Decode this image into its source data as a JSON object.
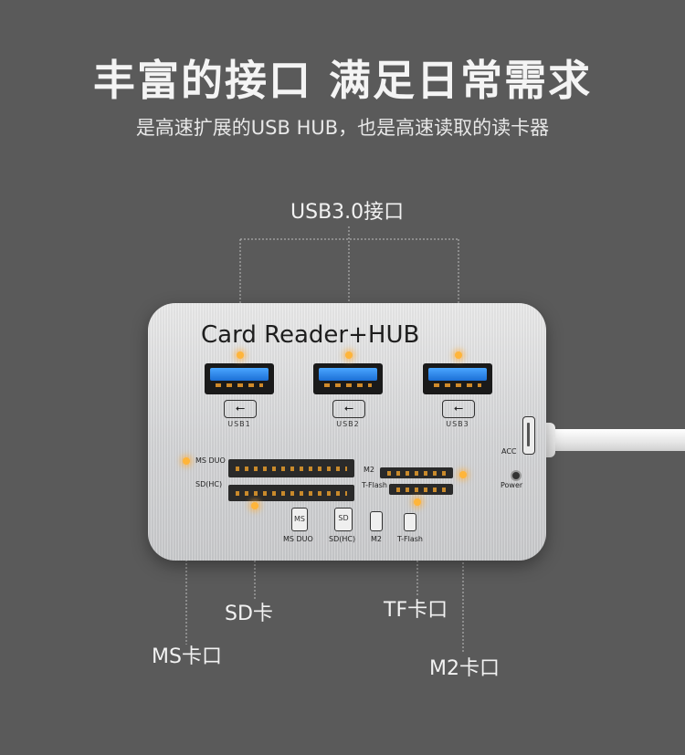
{
  "headline": "丰富的接口 满足日常需求",
  "subheadline": "是高速扩展的USB HUB，也是高速读取的读卡器",
  "callouts": {
    "usb": "USB3.0接口",
    "sd": "SD卡",
    "tf": "TF卡口",
    "ms": "MS卡口",
    "m2": "M2卡口"
  },
  "device": {
    "brand_text": "Card Reader+HUB",
    "usb_ports": [
      "USB1",
      "USB2",
      "USB3"
    ],
    "usb_symbol": "⭠",
    "slot_labels": {
      "ms_duo": "MS DUO",
      "sd_hc": "SD(HC)",
      "m2": "M2",
      "t_flash": "T-Flash"
    },
    "card_icons": {
      "ms_duo": "MS DUO",
      "sd_hc": "SD(HC)",
      "m2": "M2",
      "t_flash": "T-Flash",
      "ms_glyph": "MS",
      "sd_glyph": "SD"
    },
    "acc_label": "ACC",
    "power_label": "Power"
  },
  "colors": {
    "background": "#5a5a5a",
    "highlight_dot": "#ffb53a",
    "usb_tongue": "#2f8ef0"
  }
}
